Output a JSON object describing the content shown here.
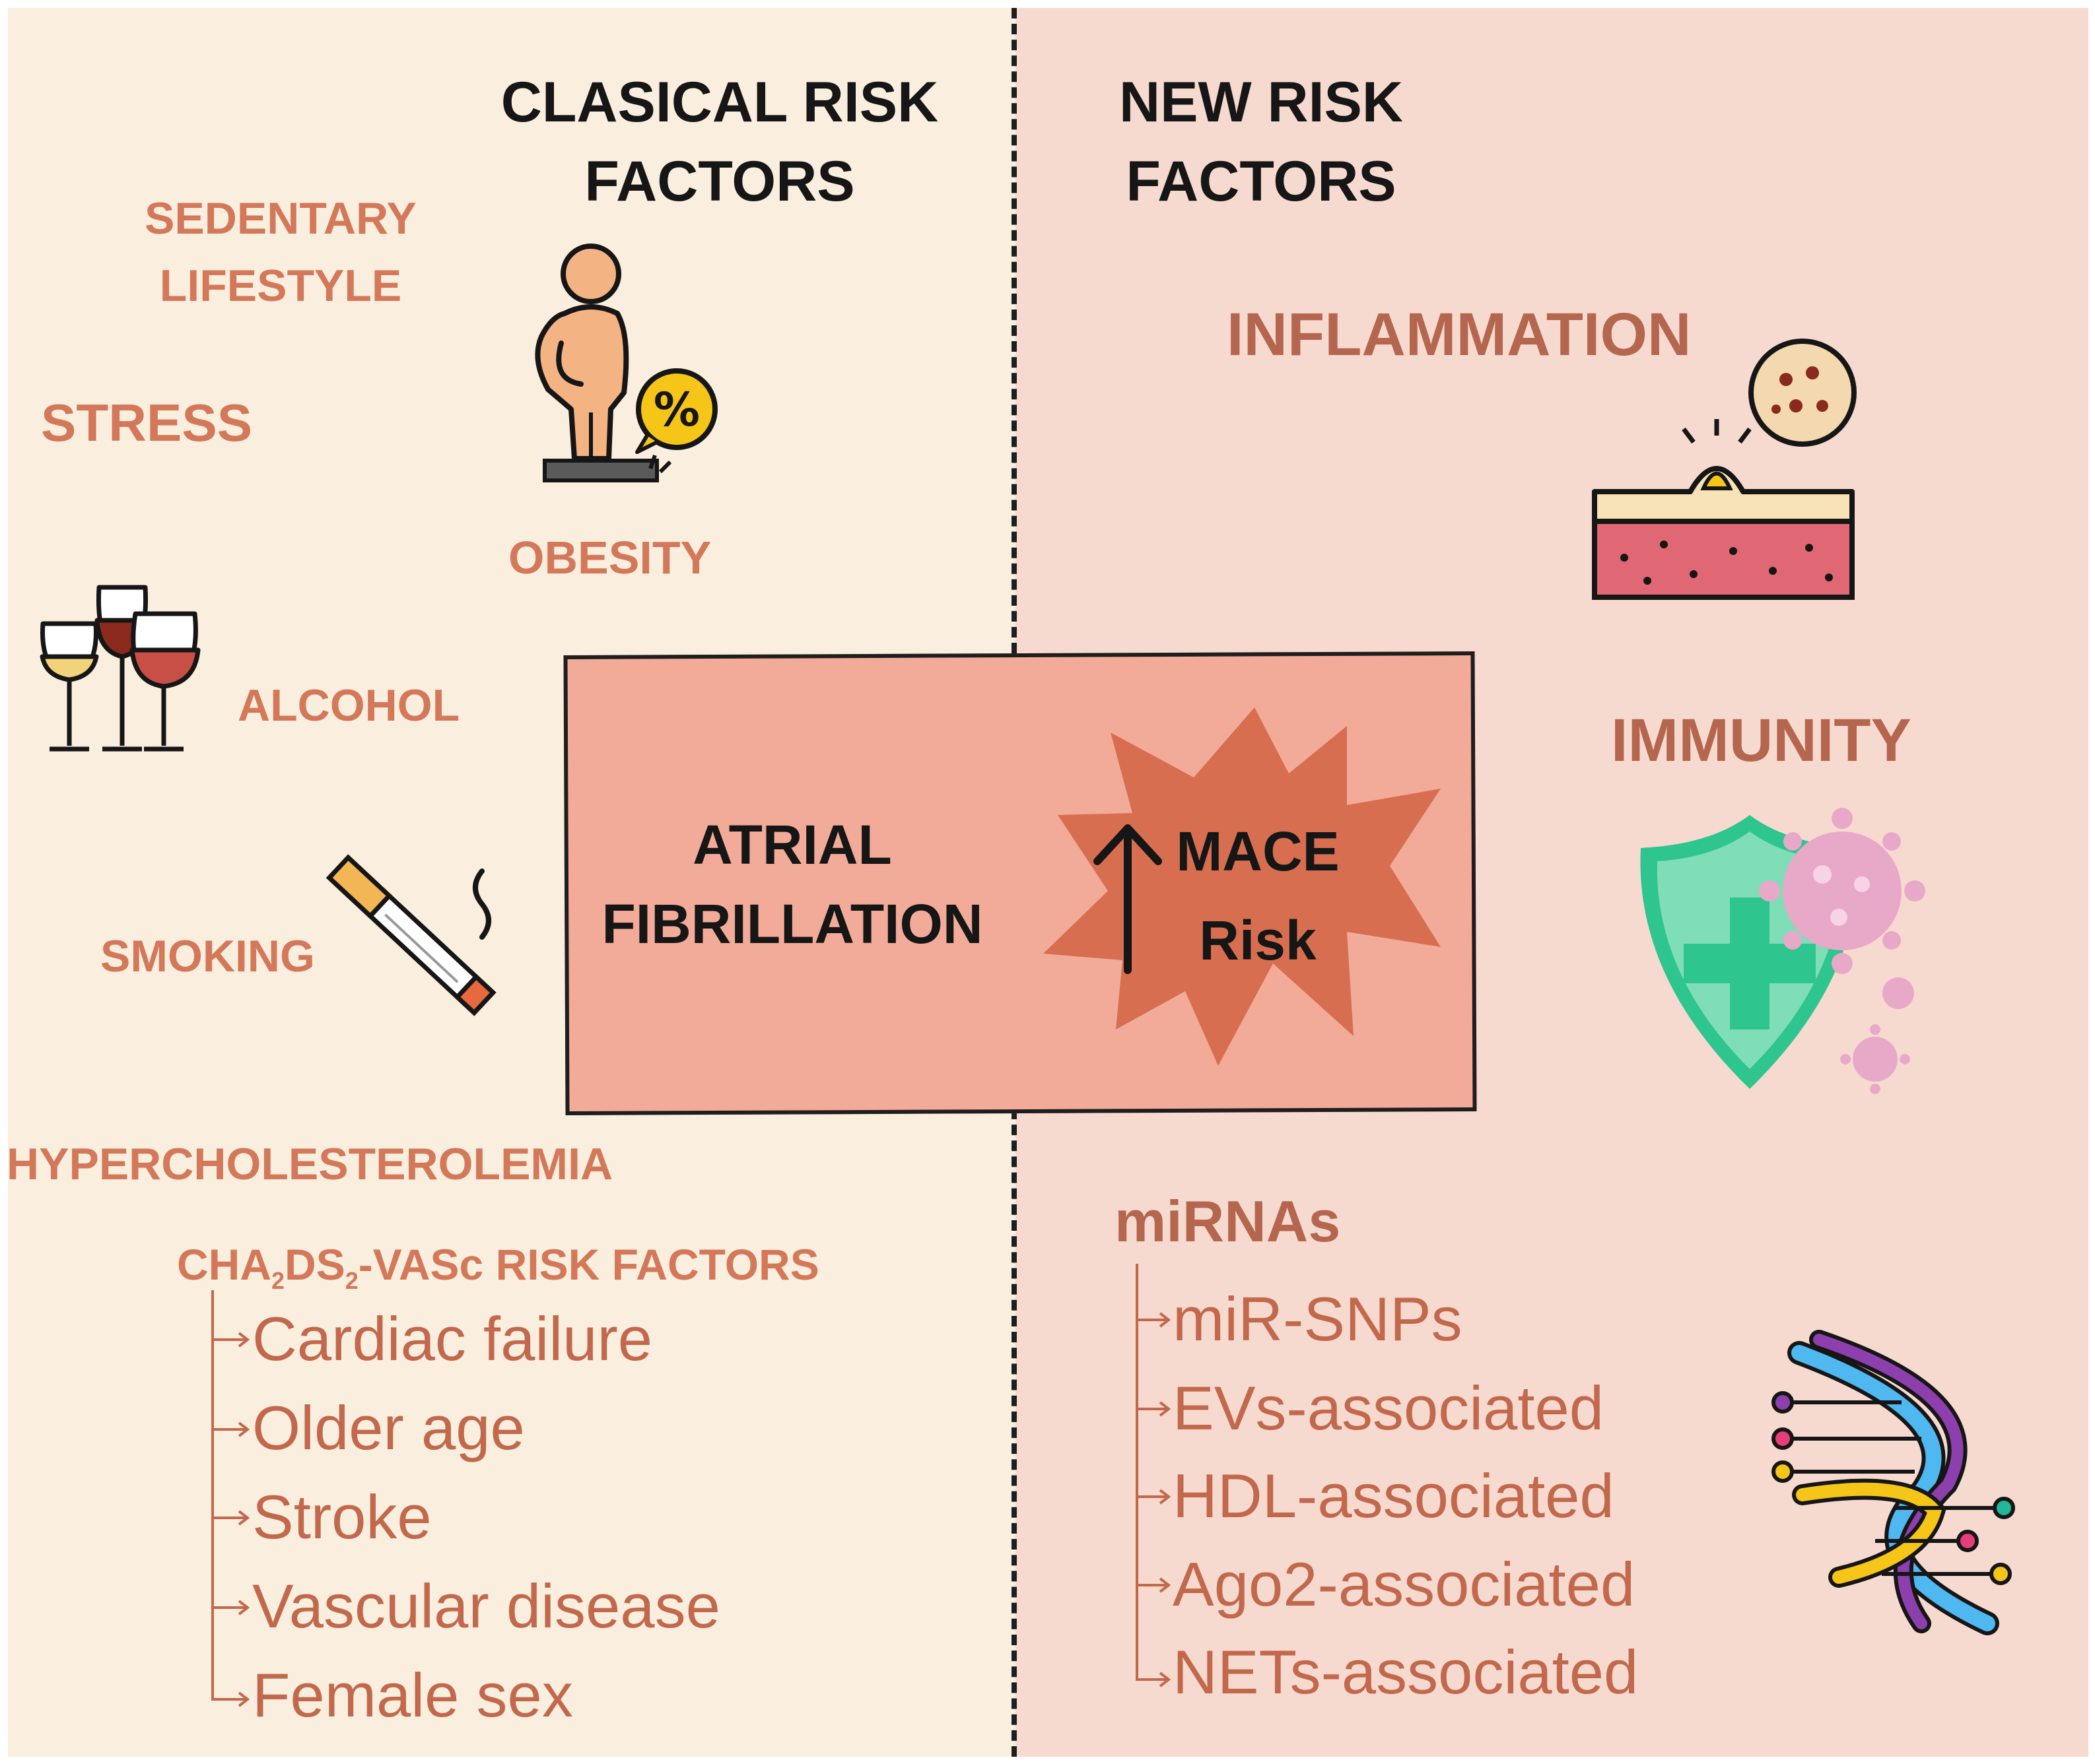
{
  "classical": {
    "header": "CLASICAL RISK\nFACTORS",
    "sedentary": "SEDENTARY\nLIFESTYLE",
    "stress": "STRESS",
    "obesity": "OBESITY",
    "alcohol": "ALCOHOL",
    "smoking": "SMOKING",
    "hypercholesterolemia": "HYPERCHOLESTEROLEMIA",
    "chads_prefix": "CHA",
    "chads_sub1": "2",
    "chads_mid": "DS",
    "chads_sub2": "2",
    "chads_suffix": "-VASc RISK FACTORS",
    "chads_items": [
      "Cardiac failure",
      "Older age",
      "Stroke",
      "Vascular disease",
      "Female sex"
    ]
  },
  "new_factors": {
    "header": "NEW RISK\nFACTORS",
    "inflammation": "INFLAMMATION",
    "immunity": "IMMUNITY",
    "mirnas": "miRNAs",
    "mirna_items": [
      "miR-SNPs",
      "EVs-associated",
      "HDL-associated",
      "Ago2-associated",
      "NETs-associated"
    ]
  },
  "center": {
    "af": "ATRIAL\nFIBRILLATION",
    "mace": "MACE",
    "risk": "Risk"
  },
  "colors": {
    "left_bg": "#faefdf",
    "right_bg": "#f7dacf",
    "center_box": "#f2ab98",
    "burst": "#d86e50",
    "risk_text": "#d4785a"
  },
  "icons": {
    "obesity": "person-on-scale-icon",
    "alcohol": "wine-glasses-icon",
    "smoking": "cigarette-icon",
    "inflammation": "skin-inflammation-icon",
    "immunity": "shield-virus-icon",
    "mirnas": "dna-icon",
    "mace": "burst-arrow-up-icon"
  }
}
